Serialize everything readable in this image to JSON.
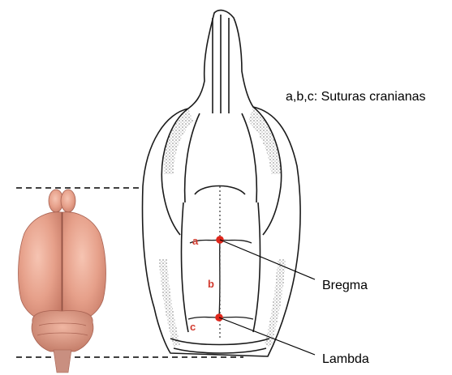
{
  "legend": "a,b,c: Suturas cranianas",
  "callouts": {
    "bregma": "Bregma",
    "lambda": "Lambda"
  },
  "sutures": {
    "a": "a",
    "b": "b",
    "c": "c"
  },
  "colors": {
    "marker": "#e0261b",
    "suture_label": "#d23a2e",
    "brain": "#e8a08a",
    "skull_line": "#1a1a1a",
    "guide_line": "#000000"
  }
}
